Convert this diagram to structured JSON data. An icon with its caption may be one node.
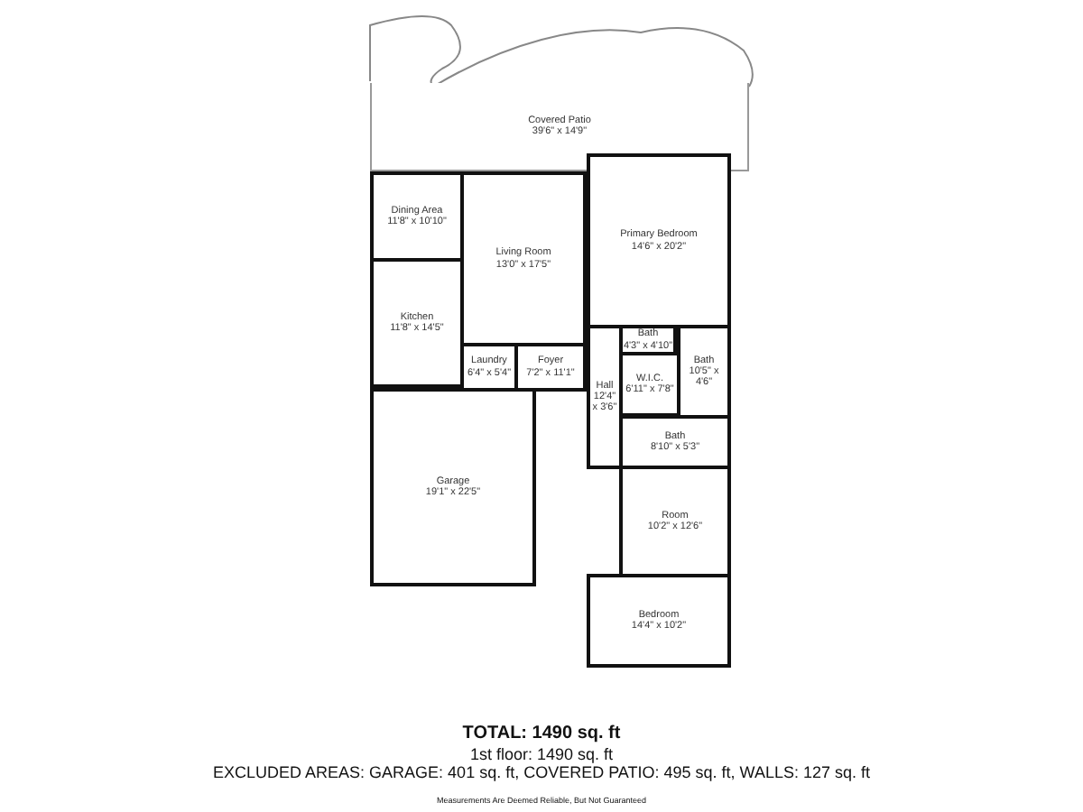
{
  "diagram": {
    "title": "TOTAL: 1490 sq. ft",
    "nodes": [
      {
        "text": [
          "Covered Patio",
          "39'6\" x 14'9\""
        ]
      },
      {
        "text": [
          "Dining Area",
          "11'8\" x 10'10\""
        ]
      },
      {
        "text": [
          "Living Room",
          "13'0\" x 17'5\""
        ]
      },
      {
        "text": [
          "Primary Bedroom",
          "14'6\" x 20'2\""
        ]
      },
      {
        "text": [
          "Kitchen",
          "11'8\" x 14'5\""
        ]
      },
      {
        "text": [
          "Bath",
          "4'3\" x 4'10\""
        ]
      },
      {
        "text": [
          "Laundry",
          "6'4\" x 5'4\""
        ]
      },
      {
        "text": [
          "Foyer",
          "7'2\" x 11'1\""
        ]
      },
      {
        "text": [
          "W.I.C.",
          "6'11\" x 7'8\""
        ]
      },
      {
        "text": [
          "Bath",
          "10'5\" x 4'6\""
        ]
      },
      {
        "text": [
          "Hall",
          "12'4\" x 3'6\""
        ]
      },
      {
        "text": [
          "Bath",
          "8'10\" x 5'3\""
        ]
      },
      {
        "text": [
          "Garage",
          "19'1\" x 22'5\""
        ]
      },
      {
        "text": [
          "Room",
          "10'2\" x 12'6\""
        ]
      },
      {
        "text": [
          "Bedroom",
          "14'4\" x 10'2\""
        ]
      }
    ],
    "labels": [
      "1st floor: 1490 sq. ft",
      "EXCLUDED AREAS: GARAGE: 401 sq. ft, COVERED PATIO: 495 sq. ft, WALLS: 127 sq. ft",
      "Measurements Are Deemed Reliable, But Not Guaranteed"
    ]
  }
}
